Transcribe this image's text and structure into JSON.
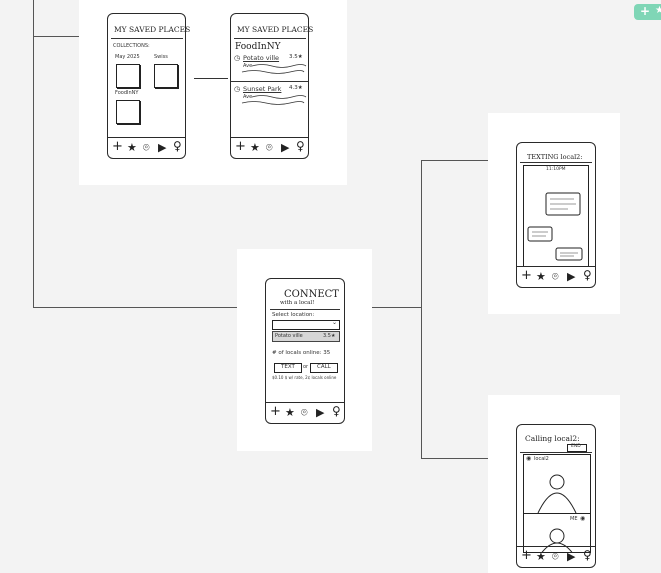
{
  "board": {
    "toolbar": {
      "plus": "+",
      "star": "★"
    }
  },
  "saved_places": {
    "title": "MY SAVED PLACES",
    "collections_label": "COLLECTIONS:",
    "items": [
      "May 2025",
      "Swiss",
      "FoodInNY"
    ]
  },
  "saved_detail": {
    "title": "MY SAVED PLACES",
    "subtitle": "FoodInNY",
    "entries": [
      {
        "name": "Potato ville",
        "rating": "3.5★",
        "note": "Ave"
      },
      {
        "name": "Sunset Park",
        "rating": "4.3★",
        "note": "Ave"
      }
    ]
  },
  "connect": {
    "title": "CONNECT",
    "subtitle": "with a local!",
    "select_label": "Select location:",
    "selected_option": "Potato ville",
    "selected_rating": "3.5★",
    "locals_online": "# of locals online: 35",
    "text_button": "TEXT",
    "or": "or",
    "call_button": "CALL",
    "footnote": "$0.10 $ w/ rate, 2¢ locals online"
  },
  "texting": {
    "title": "TEXTING local2:",
    "time": "11:10PM"
  },
  "calling": {
    "title": "Calling local2:",
    "end_button": "END",
    "remote_label": "local2",
    "self_label": "ME"
  },
  "nav": {
    "plus": "+",
    "star": "★",
    "pin": "⌾",
    "video": "▶",
    "person": "♀"
  }
}
